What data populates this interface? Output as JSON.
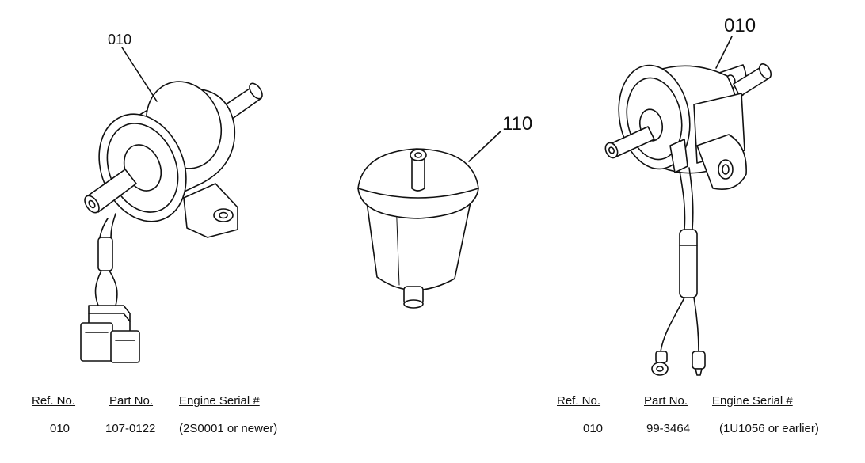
{
  "callouts": {
    "left_pump": "010",
    "filter": "110",
    "right_pump": "010"
  },
  "tables": [
    {
      "headers": {
        "ref": "Ref. No.",
        "part": "Part No.",
        "serial": "Engine Serial #"
      },
      "row": {
        "ref": "010",
        "part": "107-0122",
        "serial": "(2S0001 or newer)"
      }
    },
    {
      "headers": {
        "ref": "Ref. No.",
        "part": "Part No.",
        "serial": "Engine Serial #"
      },
      "row": {
        "ref": "010",
        "part": "99-3464",
        "serial": "(1U1056 or earlier)"
      }
    }
  ]
}
